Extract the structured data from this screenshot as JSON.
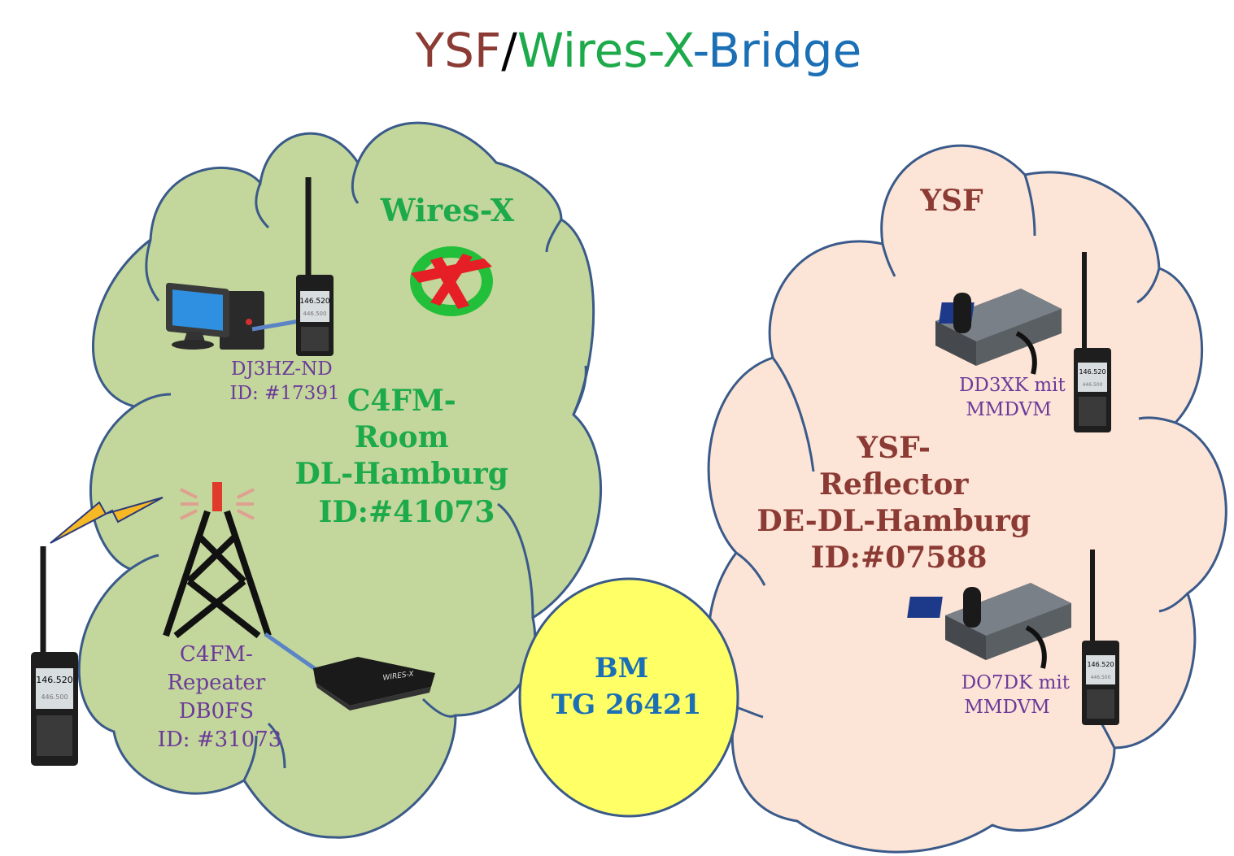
{
  "title": {
    "part1": "YSF",
    "slash": "/",
    "part2": "Wires-X",
    "part3": "-Bridge"
  },
  "wiresx_cloud": {
    "heading": "Wires-X",
    "room_lines": [
      "C4FM-",
      "Room",
      "DL-Hamburg",
      "ID:#41073"
    ],
    "node_lines": [
      "DJ3HZ-ND",
      "ID: #17391"
    ],
    "repeater_lines": [
      "C4FM-",
      "Repeater",
      "DB0FS",
      "ID: #31073"
    ],
    "interface_label": "WIRES-X"
  },
  "ysf_cloud": {
    "heading": "YSF",
    "reflector_lines": [
      "YSF-",
      "Reflector",
      "DE-DL-Hamburg",
      "ID:#07588"
    ],
    "hotspot1_lines": [
      "DD3XK mit",
      "MMDVM"
    ],
    "hotspot2_lines": [
      "DO7DK mit",
      "MMDVM"
    ]
  },
  "bm": {
    "lines": [
      "BM",
      "TG 26421"
    ]
  },
  "radio_display": {
    "freq": "146.520",
    "freq2": "446.500"
  },
  "colors": {
    "ysf_red": "#8B3A34",
    "wiresx_green": "#1DAA4A",
    "bridge_blue": "#1B6FB5",
    "label_purple": "#6B3A9A",
    "cloud_green": "#C3D69B",
    "cloud_peach": "#FCE4D6",
    "bm_yellow": "#FFFF66",
    "outline": "#3A5A8A"
  }
}
